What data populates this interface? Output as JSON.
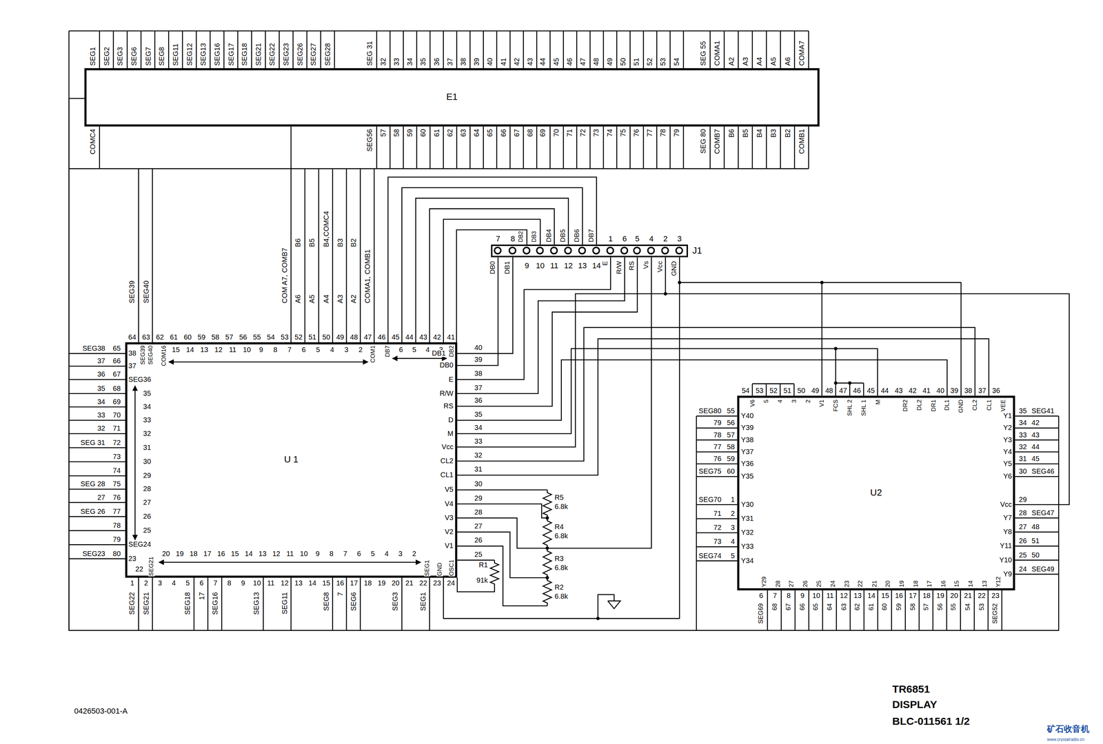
{
  "diagram": {
    "nodes": [
      {
        "text": [
          "E1"
        ]
      },
      {
        "text": [
          "J1"
        ]
      },
      {
        "text": [
          "U 1"
        ]
      },
      {
        "text": [
          "U2"
        ]
      }
    ],
    "edges": [
      {
        "from": 0,
        "to": 2,
        "arrow": "none"
      },
      {
        "from": 1,
        "to": 2,
        "arrow": "none"
      },
      {
        "from": 1,
        "to": 3,
        "arrow": "none"
      },
      {
        "from": 2,
        "to": 3,
        "arrow": "none"
      },
      {
        "from": 3,
        "to": 0,
        "arrow": "none"
      }
    ],
    "labels": [
      "SEG1",
      "SEG2",
      "SEG3",
      "SEG6",
      "SEG7",
      "SEG8",
      "SEG11",
      "SEG12",
      "SEG13",
      "SEG16",
      "SEG17",
      "SEG18",
      "SEG21",
      "SEG22",
      "SEG23",
      "SEG26",
      "SEG27",
      "SEG28",
      "SEG 31",
      "32",
      "33",
      "34",
      "35",
      "36",
      "37",
      "38",
      "39",
      "40",
      "41",
      "42",
      "43",
      "44",
      "45",
      "46",
      "47",
      "48",
      "49",
      "50",
      "51",
      "52",
      "53",
      "54",
      "SEG 55",
      "COMA1",
      "A2",
      "A3",
      "A4",
      "A5",
      "A6",
      "COMA7",
      "COMC4",
      "SEG56",
      "57",
      "58",
      "59",
      "60",
      "61",
      "62",
      "63",
      "64",
      "65",
      "66",
      "67",
      "68",
      "69",
      "70",
      "71",
      "72",
      "73",
      "74",
      "75",
      "76",
      "77",
      "78",
      "79",
      "SEG 80",
      "COMB7",
      "B6",
      "B5",
      "B4",
      "B3",
      "B2",
      "COMB1",
      "7",
      "8",
      "DB2",
      "DB3",
      "DB4",
      "DB5",
      "DB6",
      "DB7",
      "1",
      "6",
      "5",
      "4",
      "2",
      "3",
      "9",
      "10",
      "11",
      "12",
      "13",
      "14",
      "DB0",
      "DB1",
      "E",
      "R/W",
      "RS",
      "Vs",
      "Vcc",
      "GND",
      "SEG39",
      "SEG40",
      "COM A7, COMB7",
      "A6",
      "A5",
      "A4",
      "A3",
      "A2",
      "COMA1, COMB1",
      "B6",
      "B5",
      "B4,COMC4",
      "B3",
      "B2",
      "64",
      "63",
      "62",
      "61",
      "60",
      "59",
      "58",
      "57",
      "56",
      "55",
      "54",
      "53",
      "52",
      "51",
      "50",
      "49",
      "48",
      "47",
      "46",
      "45",
      "44",
      "43",
      "42",
      "41",
      "SEG39",
      "SEG40",
      "COM16",
      "15",
      "14",
      "13",
      "12",
      "11",
      "10",
      "9",
      "8",
      "7",
      "6",
      "5",
      "4",
      "3",
      "2",
      "COM1",
      "DB7",
      "6",
      "5",
      "4",
      "3",
      "DB2",
      "DB1",
      "DB0",
      "E",
      "R/W",
      "RS",
      "D",
      "M",
      "Vcc",
      "CL2",
      "CL1",
      "V5",
      "V4",
      "V3",
      "V2",
      "V1",
      "40",
      "39",
      "38",
      "37",
      "36",
      "35",
      "34",
      "33",
      "32",
      "31",
      "30",
      "29",
      "28",
      "27",
      "26",
      "25",
      "SEG38",
      "65",
      "37",
      "66",
      "36",
      "67",
      "35",
      "68",
      "34",
      "69",
      "33",
      "70",
      "32",
      "71",
      "SEG 31",
      "72",
      "73",
      "74",
      "SEG 28",
      "75",
      "27",
      "76",
      "SEG 26",
      "77",
      "78",
      "79",
      "SEG23",
      "80",
      "38",
      "37",
      "SEG36",
      "35",
      "34",
      "33",
      "32",
      "31",
      "30",
      "29",
      "28",
      "27",
      "26",
      "25",
      "SEG24",
      "23",
      "1",
      "2",
      "3",
      "4",
      "5",
      "6",
      "7",
      "8",
      "9",
      "10",
      "11",
      "12",
      "13",
      "14",
      "15",
      "16",
      "17",
      "18",
      "19",
      "20",
      "21",
      "22",
      "23",
      "24",
      "22",
      "SEG21",
      "20",
      "19",
      "18",
      "17",
      "16",
      "15",
      "14",
      "13",
      "12",
      "11",
      "10",
      "9",
      "8",
      "7",
      "6",
      "5",
      "4",
      "3",
      "2",
      "SEG1",
      "GND",
      "OSC1",
      "SEG22",
      "SEG21",
      "SEG18",
      "17",
      "SEG16",
      "SEG13",
      "SEG11",
      "SEG8",
      "7",
      "SEG6",
      "SEG3",
      "SEG1",
      "R5",
      "6.8k",
      "R4",
      "6.8k",
      "R3",
      "6.8k",
      "R2",
      "6.8k",
      "R1",
      "91k",
      "54",
      "53",
      "52",
      "51",
      "50",
      "49",
      "48",
      "47",
      "46",
      "45",
      "44",
      "43",
      "42",
      "41",
      "40",
      "39",
      "38",
      "37",
      "36",
      "V6",
      "5",
      "4",
      "3",
      "2",
      "V1",
      "FCS",
      "SHL 2",
      "SHL 1",
      "M",
      "DR2",
      "DL2",
      "DR1",
      "DL1",
      "GND",
      "CL2",
      "CL1",
      "VEE",
      "SEG80",
      "55",
      "79",
      "56",
      "78",
      "57",
      "77",
      "58",
      "76",
      "59",
      "SEG75",
      "60",
      "SEG70",
      "1",
      "71",
      "2",
      "72",
      "3",
      "73",
      "4",
      "SEG74",
      "5",
      "Y40",
      "Y39",
      "Y38",
      "Y37",
      "Y36",
      "Y35",
      "Y30",
      "Y31",
      "Y32",
      "Y33",
      "Y34",
      "35",
      "SEG41",
      "34",
      "42",
      "33",
      "43",
      "32",
      "44",
      "31",
      "45",
      "30",
      "SEG46",
      "29",
      "28",
      "SEG47",
      "27",
      "48",
      "26",
      "51",
      "25",
      "50",
      "24",
      "SEG49",
      "Y1",
      "Y2",
      "Y3",
      "Y4",
      "Y5",
      "Y6",
      "Vcc",
      "Y7",
      "Y8",
      "Y11",
      "Y10",
      "Y9",
      "Y29",
      "28",
      "27",
      "26",
      "25",
      "24",
      "23",
      "22",
      "21",
      "20",
      "19",
      "18",
      "17",
      "16",
      "15",
      "14",
      "13",
      "Y12",
      "6",
      "7",
      "8",
      "9",
      "10",
      "11",
      "12",
      "13",
      "14",
      "15",
      "16",
      "17",
      "18",
      "19",
      "20",
      "21",
      "22",
      "23",
      "SEG69",
      "68",
      "67",
      "66",
      "65",
      "64",
      "63",
      "62",
      "61",
      "60",
      "59",
      "58",
      "57",
      "56",
      "55",
      "54",
      "53",
      "SEG52",
      "0426503-001-A",
      "TR6851",
      "DISPLAY",
      "BLC-011561 1/2",
      "矿石收音机",
      "www.crystalradio.cn"
    ]
  }
}
